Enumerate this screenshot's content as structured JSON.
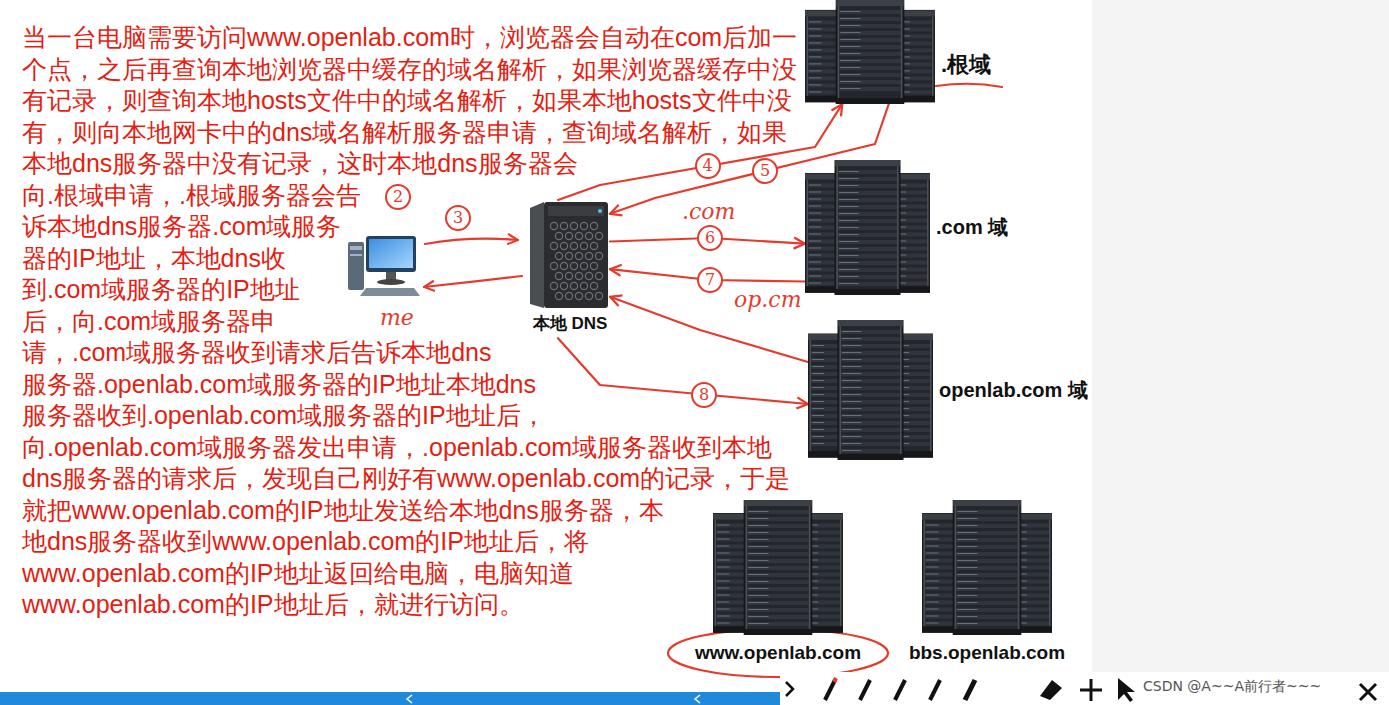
{
  "diagram": {
    "nodes": [
      {
        "text": [
          ".根域"
        ]
      },
      {
        "text": [
          ".com 域"
        ]
      },
      {
        "text": [
          "本地 DNS"
        ]
      },
      {
        "text": [
          "openlab.com 域"
        ]
      },
      {
        "text": [
          "www.openlab.com"
        ]
      },
      {
        "text": [
          "bbs.openlab.com"
        ]
      }
    ],
    "edges": [
      {
        "from": 2,
        "to": 0,
        "arrow": "to",
        "label": "4"
      },
      {
        "from": 0,
        "to": 2,
        "arrow": "to",
        "label": "5"
      },
      {
        "from": 2,
        "to": 1,
        "arrow": "to",
        "label": "6"
      },
      {
        "from": 1,
        "to": 2,
        "arrow": "to",
        "label": "7"
      },
      {
        "from": 2,
        "to": 3,
        "arrow": "to",
        "label": "8"
      },
      {
        "from": 3,
        "to": 2,
        "arrow": "to"
      }
    ],
    "labels": [
      "当一台电脑需要访问www.openlab.com时，浏览器会自动在com后加一个点，之后再查询本地浏览器中缓存的域名解析，如果浏览器缓存中没有记录，则查询本地hosts文件中的域名解析，如果本地hosts文件中没有，则向本地网卡中的dns域名解析服务器申请，查询域名解析，如果本地dns服务器中没有记录，这时本地dns服务器会向.根域申请，.根域服务器会告诉本地dns服务器.com域服务器的IP地址，本地dns收到.com域服务器的IP地址后，向.com域服务器申请，.com域服务器收到请求后告诉本地dns服务器.openlab.com域服务器的IP地址本地dns服务器收到.openlab.com域服务器的IP地址后，向.openlab.com域服务器发出申请，.openlab.com域服务器收到本地dns服务器的请求后，发现自己刚好有www.openlab.com的记录，于是就把www.openlab.com的IP地址发送给本地dns服务器，本地dns服务器收到www.openlab.com的IP地址后，将www.openlab.com的IP地址返回给电脑，电脑知道www.openlab.com的IP地址后，就进行访问。",
      ".com",
      "op.cm",
      "2",
      "3",
      "me",
      "CSDN @A~~A前行者~~~"
    ]
  }
}
